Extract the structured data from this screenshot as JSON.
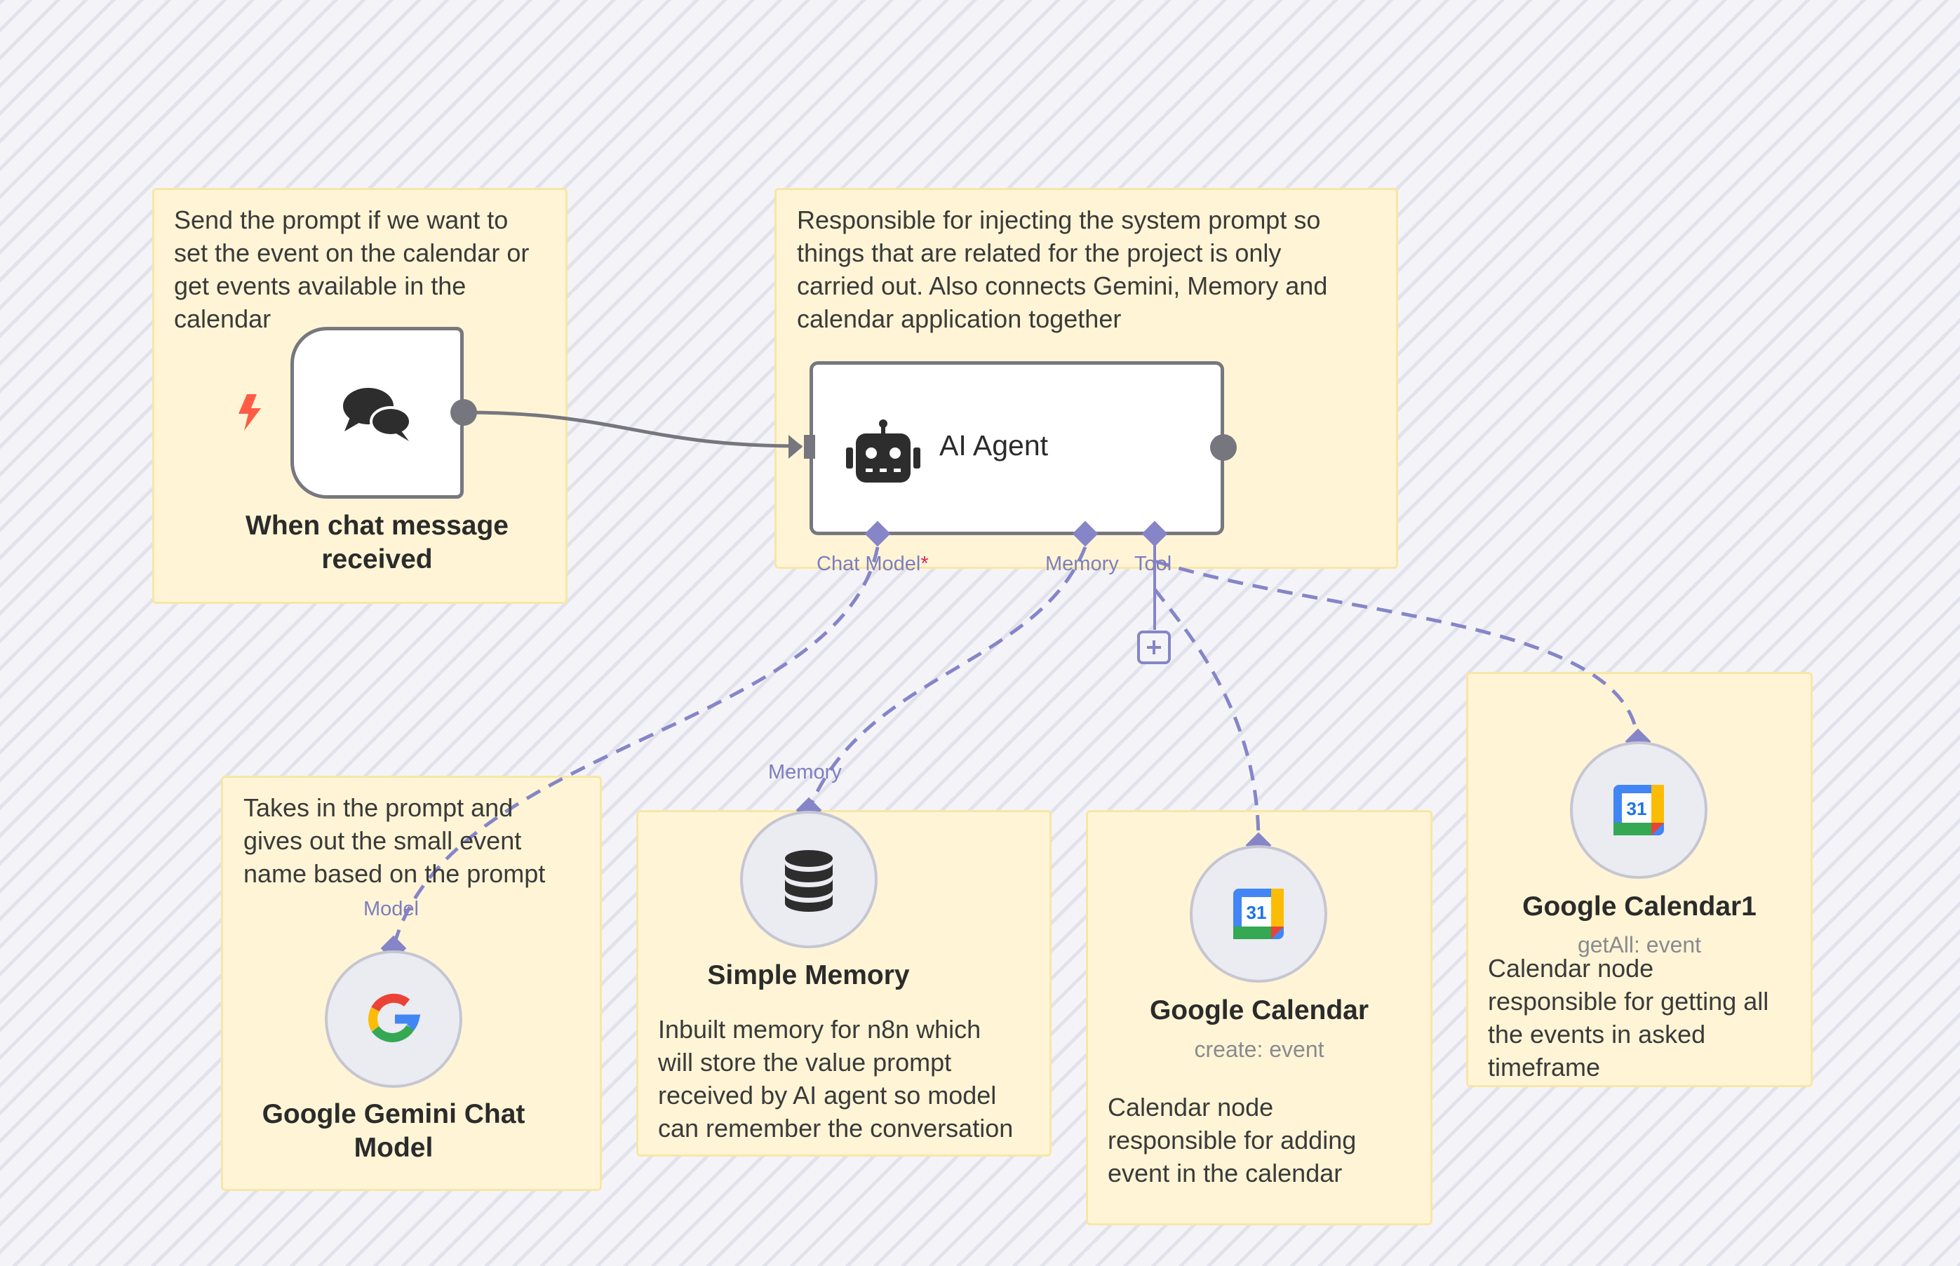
{
  "colors": {
    "sticky_bg": "#fff5d6",
    "sticky_border": "#f8e6a6",
    "connector_dashed": "#8585c8",
    "connector_main": "#76767e",
    "trigger_bolt": "#ff5c45"
  },
  "notes": {
    "trigger": "Send the prompt if we want to\nset the event on the calendar or\nget events available in the\ncalendar",
    "agent": "Responsible for injecting the system prompt so\nthings that are related for the project is only\ncarried out. Also connects Gemini, Memory and\ncalendar application together",
    "gemini": "Takes in the prompt and\ngives out the small event\nname based on the prompt",
    "memory": "Inbuilt memory for n8n which\nwill store the value prompt\nreceived by AI agent so model\ncan remember the conversation",
    "calendar": "Calendar node\nresponsible for adding\nevent in the calendar",
    "calendar1": "Calendar node\nresponsible for getting all\nthe events in asked\ntimeframe"
  },
  "nodes": {
    "trigger": {
      "title": "When chat message\nreceived",
      "icon": "chat-bubbles-icon"
    },
    "agent": {
      "title": "AI Agent",
      "icon": "robot-icon"
    },
    "gemini": {
      "title": "Google Gemini Chat\nModel",
      "icon": "google-g-icon"
    },
    "memory": {
      "title": "Simple Memory",
      "icon": "database-icon"
    },
    "calendar": {
      "title": "Google Calendar",
      "subtitle": "create: event",
      "icon": "google-calendar-icon",
      "icon_text": "31"
    },
    "calendar1": {
      "title": "Google Calendar1",
      "subtitle": "getAll: event",
      "icon": "google-calendar-icon",
      "icon_text": "31"
    }
  },
  "ports": {
    "chat_model": "Chat Model",
    "required_mark": "*",
    "memory": "Memory",
    "tool": "Tool",
    "memory_input": "Memory",
    "model_input": "Model"
  }
}
